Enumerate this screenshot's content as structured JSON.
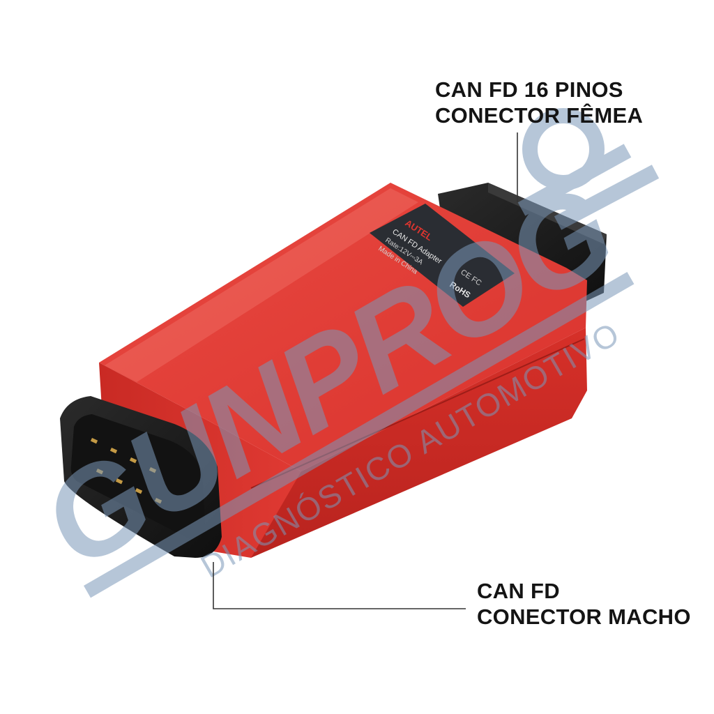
{
  "callouts": {
    "female": {
      "line1": "CAN FD 16 PINOS",
      "line2": "CONECTOR FÊMEA"
    },
    "male": {
      "line1": "CAN FD",
      "line2": "CONECTOR MACHO"
    }
  },
  "label": {
    "brand": "AUTEL",
    "product": "CAN FD Adapter",
    "rate": "Rate:12V⎓3A",
    "origin": "Made in China",
    "marks": "CE FC",
    "rohs": "RoHS"
  },
  "watermark": {
    "brand": "GUNPROG",
    "tagline": "DIAGNÓSTICO AUTOMOTIVO"
  },
  "colors": {
    "body_red": "#e0352f",
    "connector_black": "#1c1c1c",
    "watermark_blue": "#8ea6c2"
  }
}
